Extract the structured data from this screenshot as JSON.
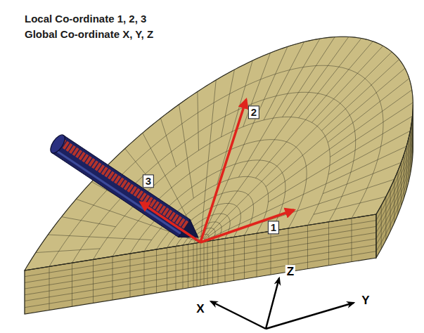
{
  "diagram": {
    "labels": [
      "Local Co-ordinate 1, 2, 3",
      "Global Co-ordinate X, Y, Z",
      "2",
      "3",
      "1",
      "Z",
      "X",
      "Y"
    ]
  }
}
